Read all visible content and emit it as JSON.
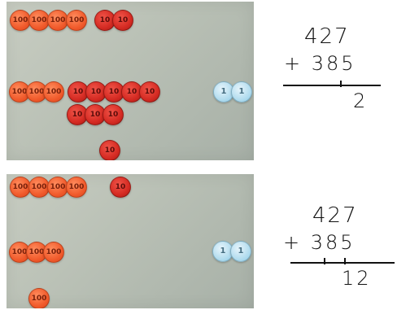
{
  "image_title": "",
  "panels": [
    {
      "label": "top",
      "top_row": [
        "100",
        "100",
        "100",
        "100",
        "10",
        "10"
      ],
      "middle_row": [
        "100",
        "100",
        "100",
        "10",
        "10",
        "10",
        "10",
        "10",
        "1",
        "1"
      ],
      "lower_row": [
        "10",
        "10",
        "10"
      ],
      "extra_row": [
        "10"
      ]
    },
    {
      "label": "bottom",
      "top_row": [
        "100",
        "100",
        "100",
        "100",
        "10"
      ],
      "middle_row": [
        "100",
        "100",
        "100",
        "1",
        "1"
      ],
      "extra_row": [
        "100"
      ]
    }
  ],
  "worksheets": [
    {
      "line1": "427",
      "line2": "+ 385",
      "result": "2"
    },
    {
      "line1": "427",
      "line2": "+ 385",
      "result": "12"
    }
  ],
  "colors": {
    "hundreds": "#f15b2c",
    "tens": "#d52b23",
    "ones": "#b8dff0",
    "board": "#c8cdc2"
  }
}
